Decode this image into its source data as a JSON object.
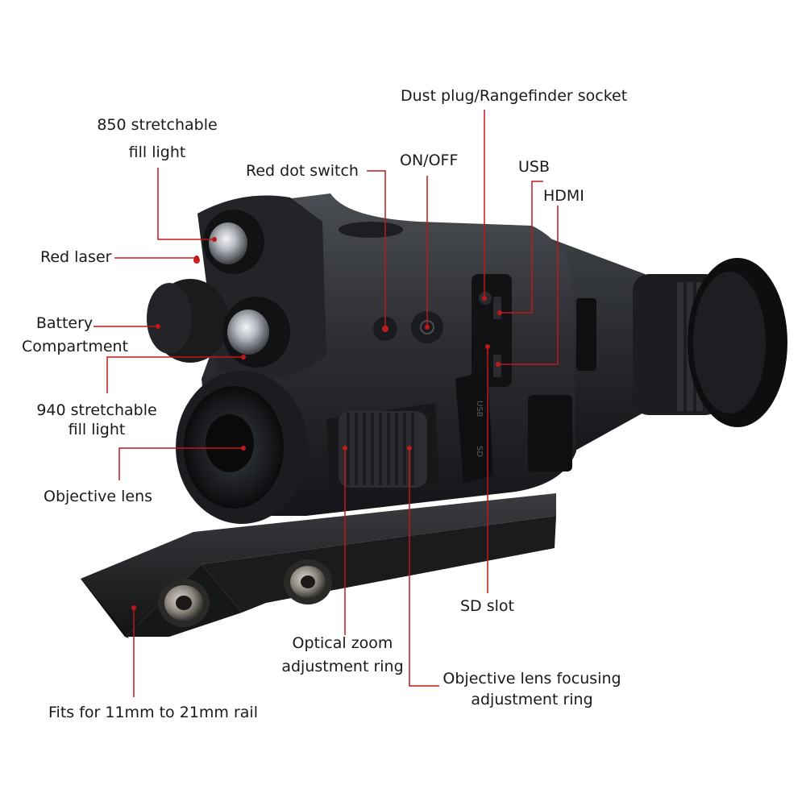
{
  "colors": {
    "leader": "#c01818",
    "body": "#2a2c30",
    "dark": "#121315",
    "text": "#1a1a1a"
  },
  "labels": {
    "dust_plug": "Dust plug/Rangefinder socket",
    "fill_850_line1": "850 stretchable",
    "fill_850_line2": "fill light",
    "on_off": "ON/OFF",
    "red_dot": "Red dot switch",
    "usb": "USB",
    "hdmi": "HDMI",
    "red_laser": "Red laser",
    "battery_line1": "Battery",
    "battery_line2": "Compartment",
    "fill_940_line1": "940 stretchable",
    "fill_940_line2": "fill light",
    "objective_lens": "Objective lens",
    "sd_slot": "SD slot",
    "optical_zoom_line1": "Optical zoom",
    "optical_zoom_line2": "adjustment ring",
    "focus_ring_line1": "Objective lens focusing",
    "focus_ring_line2": "adjustment ring",
    "rail": "Fits for 11mm to 21mm rail"
  },
  "device_markings": {
    "usb_flap": "USB",
    "sd_flap": "SD"
  }
}
